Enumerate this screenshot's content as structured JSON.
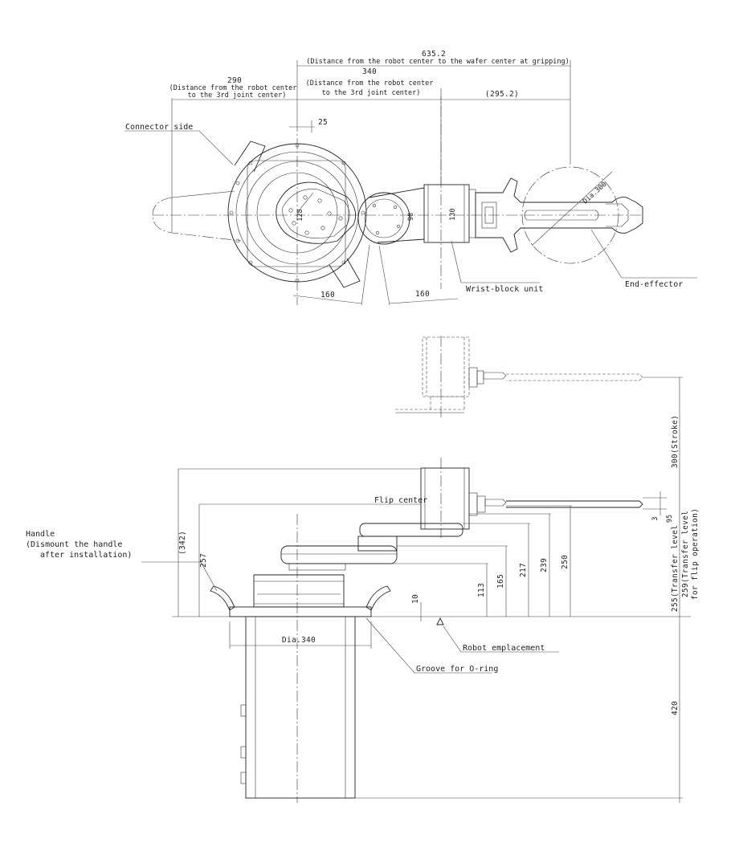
{
  "dimensions": {
    "d635": "635.2",
    "d635_note": "(Distance from the robot center to the wafer center at gripping)",
    "d290": "290",
    "d290_note1": "(Distance from the robot center",
    "d290_note2": "to the 3rd joint center)",
    "d340": "340",
    "d340_note1": "(Distance from the robot center",
    "d340_note2": "to the 3rd joint center)",
    "d295": "(295.2)",
    "d25": "25",
    "dia300": "Dia.300",
    "d128": "128",
    "d90": "90",
    "d130": "130",
    "d160a": "160",
    "d160b": "160",
    "d342": "(342)",
    "d257": "257",
    "d113": "113",
    "d165": "165",
    "d217": "217",
    "d239": "239",
    "d250": "250",
    "d10": "10",
    "d3": "3",
    "d95": "95",
    "d300": "300(Stroke)",
    "d255": "255(Transfer level",
    "d259_1": "259(Transfer level",
    "d259_2": "for flip operation)",
    "d420": "420",
    "dia340": "Dia.340"
  },
  "labels": {
    "connector_side": "Connector side",
    "wrist_block": "Wrist-block unit",
    "end_effector": "End-effector",
    "flip_center": "Flip center",
    "handle1": "Handle",
    "handle2": "(Dismount the handle",
    "handle3": "after installation)",
    "robot_emplacement": "Robot emplacement",
    "groove": "Groove for O-ring"
  }
}
